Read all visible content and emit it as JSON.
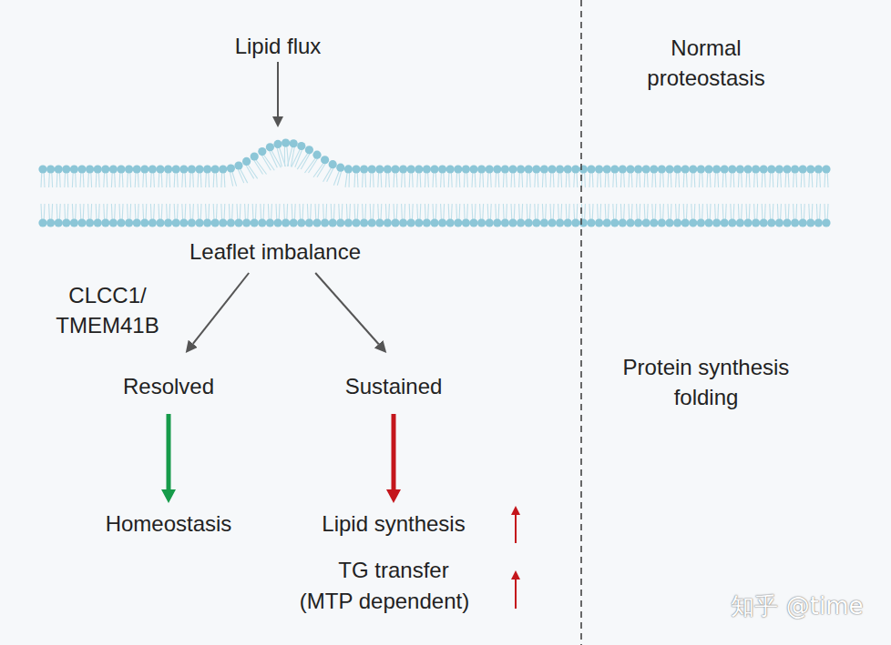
{
  "diagram": {
    "nodes": [
      {
        "text": [
          "Leaflet imbalance"
        ]
      },
      {
        "text": [
          "Resolved"
        ]
      },
      {
        "text": [
          "Sustained"
        ]
      },
      {
        "text": [
          "Homeostasis"
        ]
      },
      {
        "text": [
          "Lipid synthesis"
        ]
      }
    ],
    "edges": [
      {
        "from": 0,
        "to": 1,
        "arrow": "to",
        "label": "CLCC1/ TMEM41B"
      },
      {
        "from": 0,
        "to": 2,
        "arrow": "to"
      },
      {
        "from": 1,
        "to": 3,
        "arrow": "to"
      },
      {
        "from": 2,
        "to": 4,
        "arrow": "to"
      }
    ],
    "labels": [
      "Lipid flux",
      "Normal proteostasis",
      "Protein synthesis folding",
      "TG transfer (MTP dependent)",
      "知乎 @time"
    ]
  }
}
